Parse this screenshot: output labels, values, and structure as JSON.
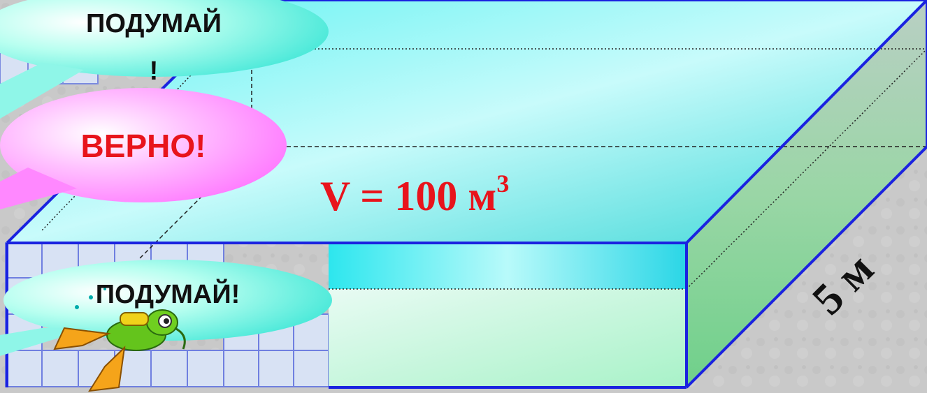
{
  "bubbles": {
    "think_top_line1": "ПОДУМАЙ",
    "think_top_line2": "!",
    "correct": "ВЕРНО!",
    "think_bottom": "ПОДУМАЙ!"
  },
  "box": {
    "volume_label": "V = 100 м",
    "volume_exponent": "3",
    "dimension_label": "5 м"
  },
  "colors": {
    "accent_red": "#e8141c",
    "edge_blue": "#1a22e0",
    "water_cyan": "#5ff0f0",
    "bubble_cyan": "#27f0d8",
    "bubble_pink": "#ff78ff"
  },
  "icons": [
    "diver-frog-icon",
    "tile-grid-icon"
  ]
}
